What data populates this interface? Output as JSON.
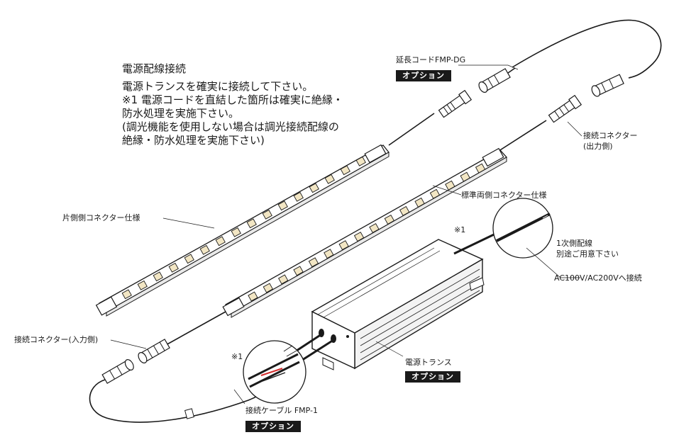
{
  "notes": {
    "title": "電源配線接続",
    "lines": [
      "電源トランスを確実に接続して下さい。",
      "※1 電源コードを直結した箇所は確実に絶縁・",
      "防水処理を実施下さい。",
      "(調光機能を使用しない場合は調光接続配線の",
      "絶縁・防水処理を実施下さい)"
    ]
  },
  "labels": {
    "extension_cord": "延長コードFMP-DG",
    "connector_output": "接続コネクター",
    "connector_output_sub": "(出力側)",
    "standard_both_side": "標準両側コネクター仕様",
    "one_side": "片側側コネクター仕様",
    "note_mark_top": "※1",
    "primary_wiring": "1次側配線",
    "primary_wiring_sub": "別途ご用意下さい",
    "ac_connection": "AC100V/AC200Vへ接続",
    "connector_input": "接続コネクター(入力側)",
    "note_mark_bottom": "※1",
    "power_transformer": "電源トランス",
    "connection_cable": "接続ケーブル FMP-1"
  },
  "badges": {
    "option_extension": "オプション",
    "option_transformer": "オプション",
    "option_cable": "オプション"
  },
  "colors": {
    "ink": "#1a1a1a",
    "badge_bg": "#1a1a1a",
    "badge_text": "#ffffff",
    "led": "#f2e6c4",
    "wire_red": "#d42a2a",
    "background": "#ffffff"
  }
}
